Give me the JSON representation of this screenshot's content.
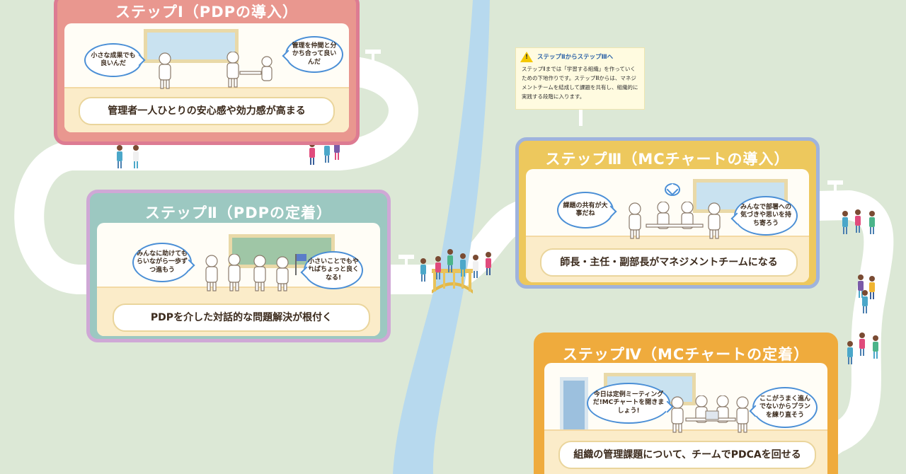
{
  "note": {
    "title": "ステップⅡからステップⅢへ",
    "body": "ステップⅡまでは「学習する組織」を作っていくための下地作りです。ステップⅢからは、マネジメントチームを結成して課題を共有し、組織的に実践する段階に入ります。"
  },
  "steps": [
    {
      "title": "ステップⅠ（PDPの導入）",
      "summary": "管理者一人ひとりの安心感や効力感が高まる",
      "bubbles": [
        "小さな成果でも良いんだ",
        "管理を仲間と分かち合って良いんだ"
      ],
      "color": "#e88f8a",
      "border": "#d9708a"
    },
    {
      "title": "ステップⅡ（PDPの定着）",
      "summary": "PDPを介した対話的な問題解決が根付く",
      "bubbles": [
        "みんなに助けてもらいながら一歩ずつ進もう",
        "小さいことでもやればちょっと良くなる!"
      ],
      "color": "#9ac7c2",
      "border": "#c9a6cf"
    },
    {
      "title": "ステップⅢ（MCチャートの導入）",
      "summary": "師長・主任・副部長がマネジメントチームになる",
      "bubbles": [
        "課題の共有が大事だね",
        "みんなで部署への気づきや思いを持ち寄ろう"
      ],
      "extra": "?",
      "color": "#ecc85a",
      "border": "#9bb0dc"
    },
    {
      "title": "ステップⅣ（MCチャートの定着）",
      "summary": "組織の管理課題について、チームでPDCAを回せる",
      "bubbles": [
        "今日は定例ミーティングだ!MCチャートを開きましょう!",
        "ここがうまく進んでないからプランを練り直そう"
      ],
      "color": "#efa93c",
      "border": "#efa93c"
    }
  ],
  "colors": {
    "river": "#b7d9ee",
    "road": "#ffffff",
    "grass": "#dce8d6"
  }
}
